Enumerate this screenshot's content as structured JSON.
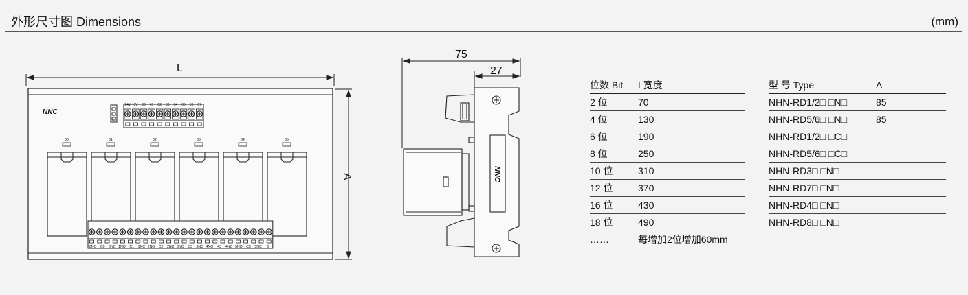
{
  "header": {
    "title": "外形尺寸图 Dimensions",
    "unit": "(mm)"
  },
  "front_view": {
    "dim_L": "L",
    "dim_A": "A",
    "logo": "NNC",
    "top_terminal_labels": [
      "24V",
      "0V",
      "00",
      "01",
      "02",
      "03",
      "04",
      "05",
      "06",
      "07"
    ],
    "relay_labels": [
      "00",
      "01",
      "02",
      "03",
      "04",
      "05"
    ],
    "bottom_terminal_labels": [
      "0NO",
      "C0",
      "0NC",
      "1NO",
      "C1",
      "1NC",
      "2NO",
      "C2",
      "2NC",
      "3NO",
      "C3",
      "3NC",
      "4NO",
      "43",
      "4NC",
      "5NO",
      "C5",
      "5NC",
      "6"
    ]
  },
  "side_view": {
    "dim_total": "75",
    "dim_rail": "27",
    "logo": "NNC"
  },
  "bit_table": {
    "headers": [
      "位数 Bit",
      "L宽度"
    ],
    "rows": [
      [
        "2 位",
        "70"
      ],
      [
        "4 位",
        "130"
      ],
      [
        "6 位",
        "190"
      ],
      [
        "8 位",
        "250"
      ],
      [
        "10 位",
        "310"
      ],
      [
        "12 位",
        "370"
      ],
      [
        "16 位",
        "430"
      ],
      [
        "18 位",
        "490"
      ],
      [
        "……",
        "每增加2位增加60mm"
      ]
    ]
  },
  "type_table": {
    "headers": [
      "型 号 Type",
      "A"
    ],
    "rows": [
      [
        "NHN-RD1/2□ □N□",
        "85"
      ],
      [
        "NHN-RD5/6□ □N□",
        "85"
      ],
      [
        "NHN-RD1/2□ □C□",
        ""
      ],
      [
        "NHN-RD5/6□ □C□",
        ""
      ],
      [
        "NHN-RD3□ □N□",
        ""
      ],
      [
        "NHN-RD7□ □N□",
        ""
      ],
      [
        "NHN-RD4□ □N□",
        ""
      ],
      [
        "NHN-RD8□ □N□",
        ""
      ]
    ]
  }
}
